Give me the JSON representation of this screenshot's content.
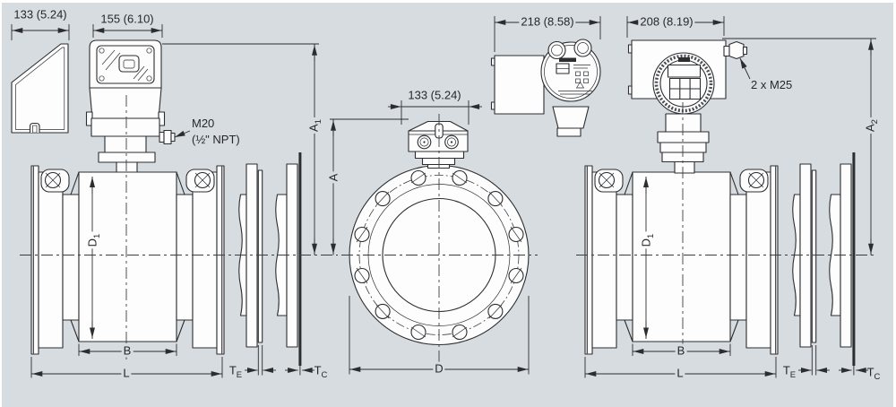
{
  "page": {
    "background_color": "#d7dce1",
    "line_color": "#2b2d2f",
    "description": "Dimensional drawing of flanged electromagnetic flow sensor with compact and remote transmitter versions"
  },
  "dimensions": {
    "compact_housing_side_width": "133 (5.24)",
    "compact_housing_front_width": "155 (6.10)",
    "terminal_box_width": "133 (5.24)",
    "remote_housing_side_width": "218 (8.58)",
    "remote_housing_front_width": "208 (8.19)",
    "height_a1": {
      "base": "A",
      "sub": "1"
    },
    "height_a": {
      "base": "A",
      "sub": ""
    },
    "height_a2": {
      "base": "A",
      "sub": "2"
    },
    "body_diameter_d1": {
      "base": "D",
      "sub": "1"
    },
    "body_width_b": "B",
    "sensor_length_l": "L",
    "flange_diameter_d": "D",
    "thickness_te": {
      "base": "T",
      "sub": "E"
    },
    "thickness_tc": {
      "base": "T",
      "sub": "C"
    }
  },
  "callouts": {
    "cable_entry_compact": [
      "M20",
      "(½\" NPT)"
    ],
    "cable_entry_remote": "2 x M25"
  }
}
